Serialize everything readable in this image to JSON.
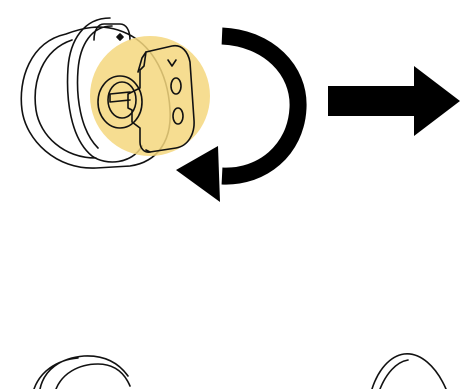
{
  "illustration": {
    "step_top": {
      "lock_body": "door-lock-housing",
      "thumbturn": "thumbturn-key",
      "highlight_color": "#f5d77e",
      "rotate_arrow": "rotate-counterclockwise-arrow",
      "next_arrow": "next-step-arrow"
    },
    "step_bottom": {
      "left_shape": "door-lock-housing-partial",
      "right_shape": "lock-cover-partial"
    }
  },
  "colors": {
    "line": "#111111",
    "arrow_fill": "#000000",
    "highlight": "#f5d77e",
    "background": "#ffffff"
  }
}
